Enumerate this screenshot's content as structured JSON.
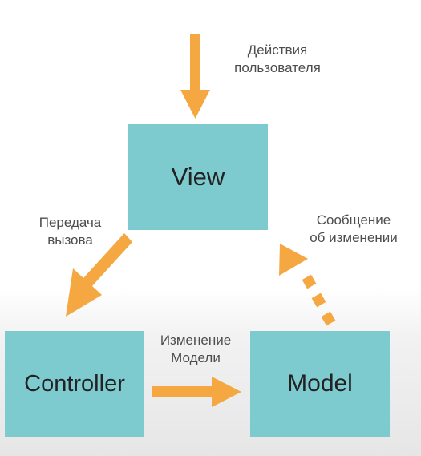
{
  "colors": {
    "box": "#7ecbcf",
    "arrow": "#f5a742"
  },
  "boxes": {
    "view": "View",
    "controller": "Controller",
    "model": "Model"
  },
  "labels": {
    "user_actions_line1": "Действия",
    "user_actions_line2": "пользователя",
    "call_line1": "Передача",
    "call_line2": "вызова",
    "notify_line1": "Сообщение",
    "notify_line2": "об изменении",
    "change_line1": "Изменение",
    "change_line2": "Модели"
  }
}
